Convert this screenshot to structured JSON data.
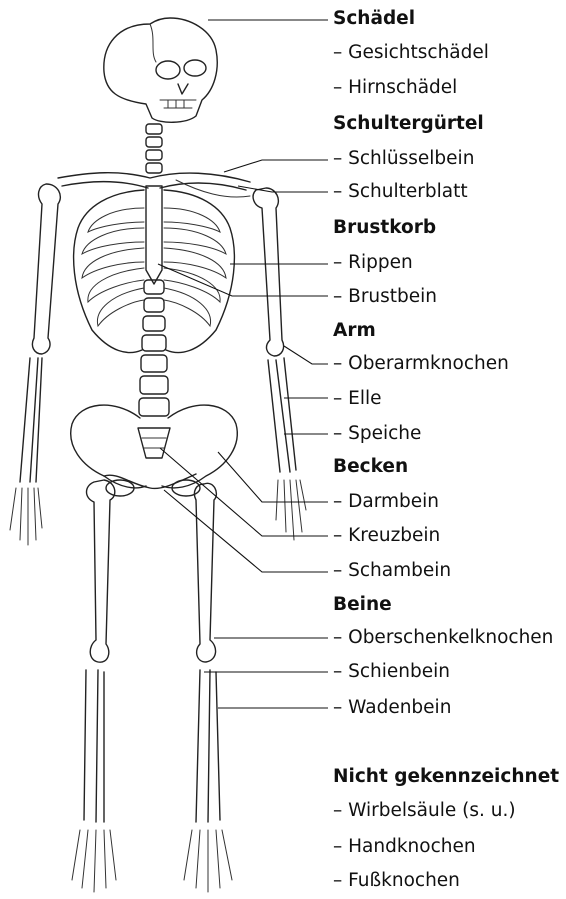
{
  "labels": {
    "schaedel": {
      "heading": "Schädel",
      "items": [
        "– Gesichtschädel",
        "– Hirnschädel"
      ]
    },
    "schultergurtel": {
      "heading": "Schultergürtel",
      "items": [
        "– Schlüsselbein",
        "– Schulterblatt"
      ]
    },
    "brustkorb": {
      "heading": "Brustkorb",
      "items": [
        "– Rippen",
        "– Brustbein"
      ]
    },
    "arm": {
      "heading": "Arm",
      "items": [
        "– Oberarmknochen",
        "– Elle",
        "– Speiche"
      ]
    },
    "becken": {
      "heading": "Becken",
      "items": [
        "– Darmbein",
        "– Kreuzbein",
        "– Schambein"
      ]
    },
    "beine": {
      "heading": "Beine",
      "items": [
        "– Oberschenkelknochen",
        "– Schienbein",
        "– Wadenbein"
      ]
    },
    "nicht": {
      "heading": "Nicht gekennzeichnet",
      "items": [
        "– Wirbelsäule (s. u.)",
        "– Handknochen",
        "– Fußknochen"
      ]
    }
  }
}
